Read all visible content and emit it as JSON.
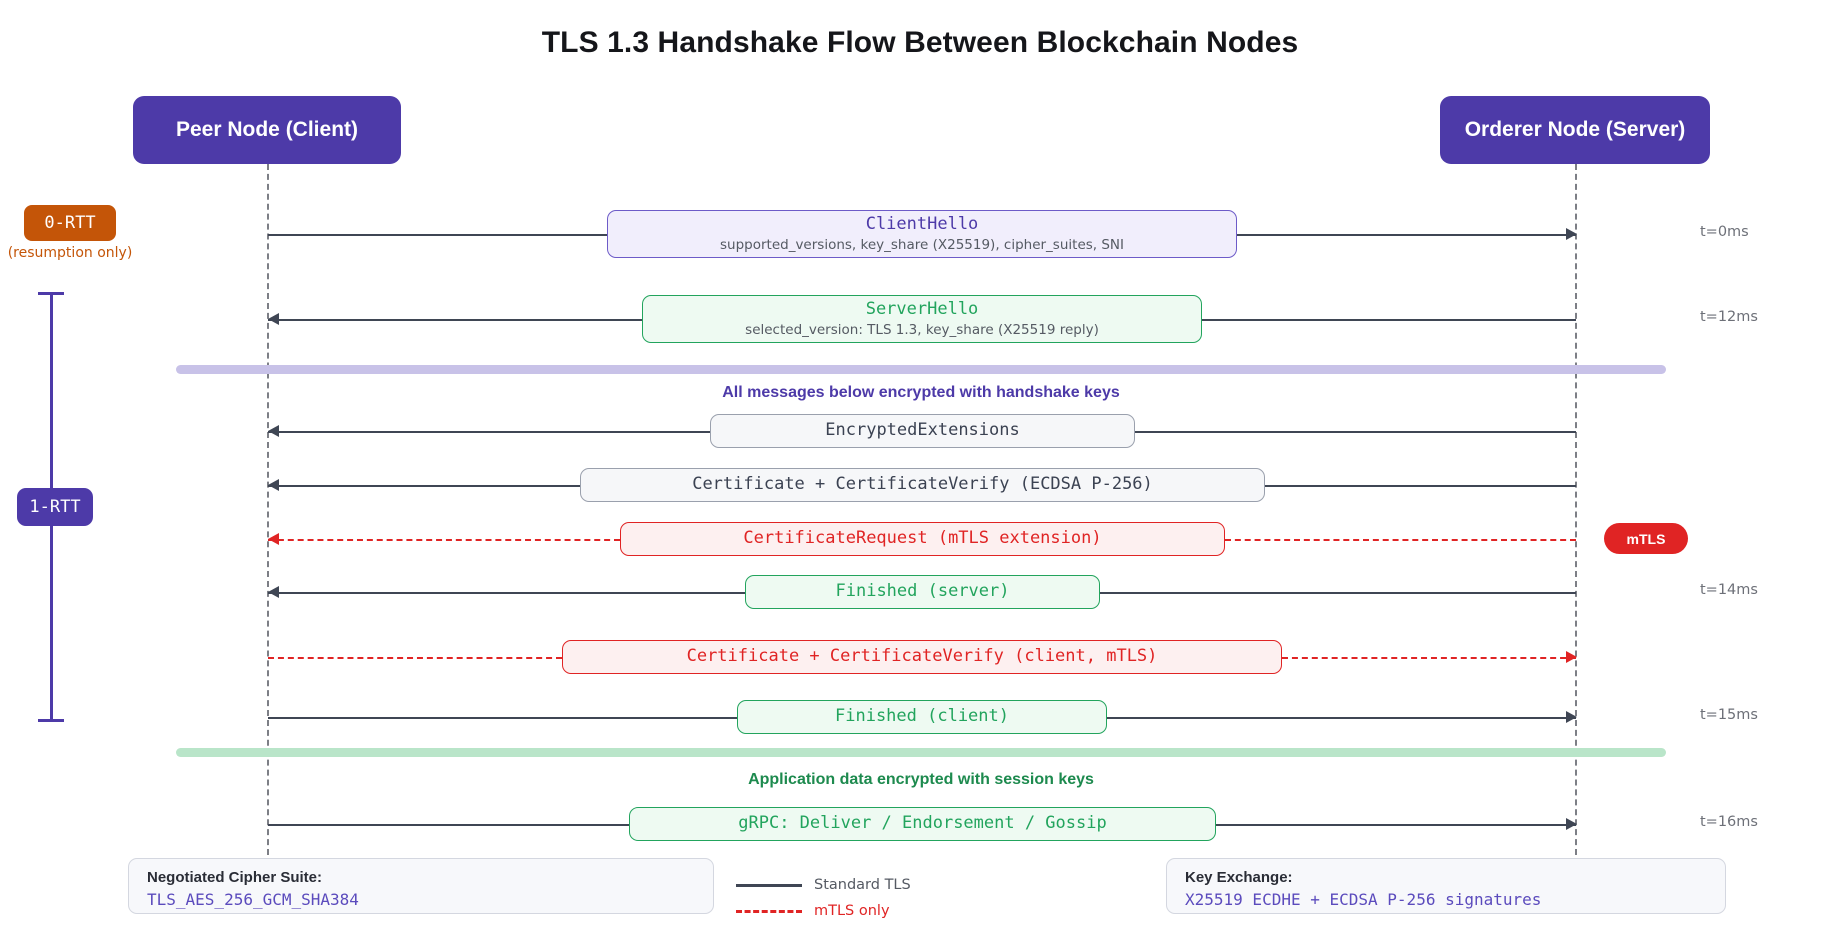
{
  "title": "TLS 1.3 Handshake Flow Between Blockchain Nodes",
  "colors": {
    "purple": "#4d3aa8",
    "orange": "#c45508",
    "green": "#22a45d",
    "red": "#e02424",
    "slate": "#3b4252",
    "band_handshake": "#c8c2e8",
    "band_appdata": "#b9e5c9"
  },
  "actors": {
    "client": "Peer Node (Client)",
    "server": "Orderer Node (Server)"
  },
  "rtt": {
    "zero_label": "0-RTT",
    "zero_sub": "(resumption only)",
    "one_label": "1-RTT"
  },
  "bands": [
    {
      "label": "All messages below encrypted with handshake keys"
    },
    {
      "label": "Application data encrypted with session keys"
    }
  ],
  "badges": {
    "mtls": "mTLS"
  },
  "messages": [
    {
      "title": "ClientHello",
      "subtitle": "supported_versions, key_share (X25519), cipher_suites, SNI",
      "time": "t=0ms",
      "direction": "right",
      "style": "purple"
    },
    {
      "title": "ServerHello",
      "subtitle": "selected_version: TLS 1.3, key_share (X25519 reply)",
      "time": "t=12ms",
      "direction": "left",
      "style": "green"
    },
    {
      "title": "EncryptedExtensions",
      "subtitle": "",
      "time": "",
      "direction": "left",
      "style": "gray"
    },
    {
      "title": "Certificate + CertificateVerify (ECDSA P-256)",
      "subtitle": "",
      "time": "",
      "direction": "left",
      "style": "gray"
    },
    {
      "title": "CertificateRequest (mTLS extension)",
      "subtitle": "",
      "time": "",
      "direction": "left",
      "style": "red"
    },
    {
      "title": "Finished (server)",
      "subtitle": "",
      "time": "t=14ms",
      "direction": "left",
      "style": "green"
    },
    {
      "title": "Certificate + CertificateVerify (client, mTLS)",
      "subtitle": "",
      "time": "",
      "direction": "right",
      "style": "red"
    },
    {
      "title": "Finished (client)",
      "subtitle": "",
      "time": "t=15ms",
      "direction": "right",
      "style": "green"
    },
    {
      "title": "gRPC: Deliver / Endorsement / Gossip",
      "subtitle": "",
      "time": "t=16ms",
      "direction": "right",
      "style": "green"
    }
  ],
  "legend": [
    {
      "label": "Standard TLS",
      "kind": "solid"
    },
    {
      "label": "mTLS only",
      "kind": "dashed"
    }
  ],
  "footer": {
    "left_key": "Negotiated Cipher Suite:",
    "left_value": "TLS_AES_256_GCM_SHA384",
    "right_key": "Key Exchange:",
    "right_value": "X25519 ECDHE + ECDSA P-256 signatures"
  }
}
